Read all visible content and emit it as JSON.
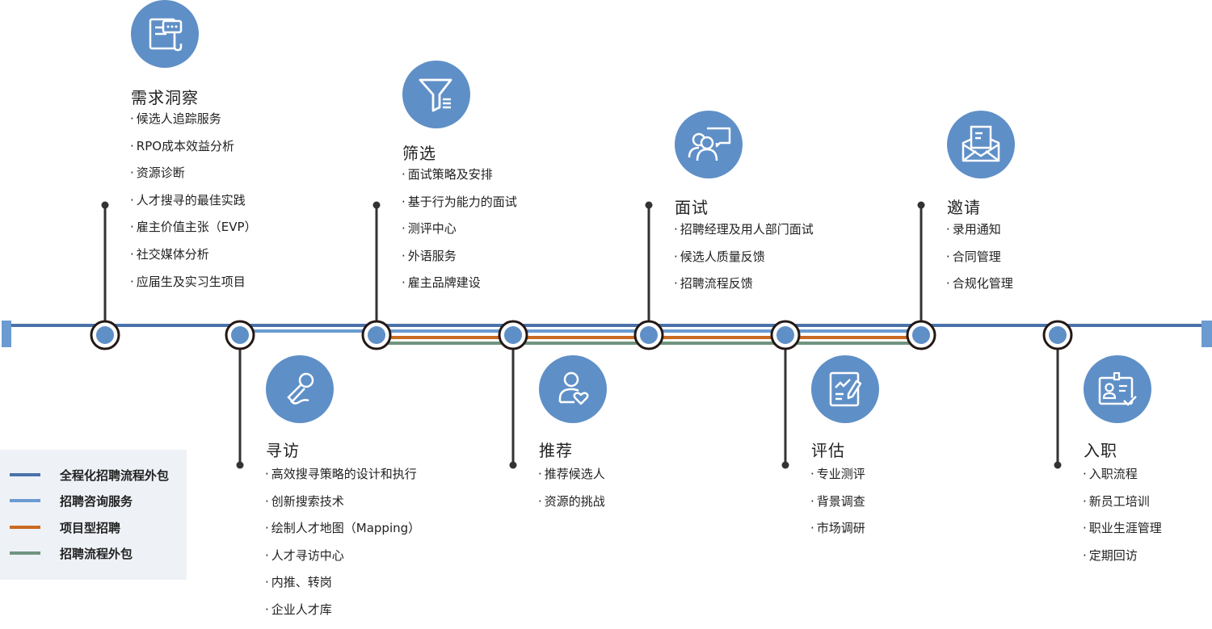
{
  "colors": {
    "full_rpo": "#4a72aa",
    "consulting": "#6b9bd1",
    "project": "#c96a22",
    "outsourcing": "#6f9480",
    "node_fill": "#5f8fc7",
    "icon_bg": "#5f8fc7",
    "stem": "#333333",
    "legend_bg": "#eef1f6"
  },
  "legend": [
    {
      "label": "全程化招聘流程外包",
      "color": "#4a72aa"
    },
    {
      "label": "招聘咨询服务",
      "color": "#6b9bd1"
    },
    {
      "label": "项目型招聘",
      "color": "#c96a22"
    },
    {
      "label": "招聘流程外包",
      "color": "#6f9480"
    }
  ],
  "stages": [
    {
      "title": "需求洞察",
      "icon": "document-chat-icon",
      "position": "above",
      "items": [
        "候选人追踪服务",
        "RPO成本效益分析",
        "资源诊断",
        "人才搜寻的最佳实践",
        "雇主价值主张（EVP）",
        "社交媒体分析",
        "应届生及实习生项目"
      ]
    },
    {
      "title": "寻访",
      "icon": "microphone-icon",
      "position": "below",
      "items": [
        "高效搜寻策略的设计和执行",
        "创新搜索技术",
        "绘制人才地图（Mapping）",
        "人才寻访中心",
        "内推、转岗",
        "企业人才库"
      ]
    },
    {
      "title": "筛选",
      "icon": "filter-icon",
      "position": "above",
      "items": [
        "面试策略及安排",
        "基于行为能力的面试",
        "测评中心",
        "外语服务",
        "雇主品牌建设"
      ]
    },
    {
      "title": "推荐",
      "icon": "person-heart-icon",
      "position": "below",
      "items": [
        "推荐候选人",
        "资源的挑战"
      ]
    },
    {
      "title": "面试",
      "icon": "people-chat-icon",
      "position": "above",
      "items": [
        "招聘经理及用人部门面试",
        "候选人质量反馈",
        "招聘流程反馈"
      ]
    },
    {
      "title": "评估",
      "icon": "chart-edit-icon",
      "position": "below",
      "items": [
        "专业测评",
        "背景调查",
        "市场调研"
      ]
    },
    {
      "title": "邀请",
      "icon": "envelope-letter-icon",
      "position": "above",
      "items": [
        "录用通知",
        "合同管理",
        "合规化管理"
      ]
    },
    {
      "title": "入职",
      "icon": "id-badge-check-icon",
      "position": "below",
      "items": [
        "入职流程",
        "新员工培训",
        "职业生涯管理",
        "定期回访"
      ]
    }
  ],
  "service_lines": [
    {
      "name": "全程化招聘流程外包",
      "from_stage": 1,
      "to_stage": 8,
      "extends_full_width": true
    },
    {
      "name": "招聘咨询服务",
      "from_stage": 2,
      "to_stage": 7
    },
    {
      "name": "项目型招聘",
      "from_stage": 3,
      "to_stage": 7
    },
    {
      "name": "招聘流程外包",
      "from_stage": 3,
      "to_stage": 7
    }
  ]
}
